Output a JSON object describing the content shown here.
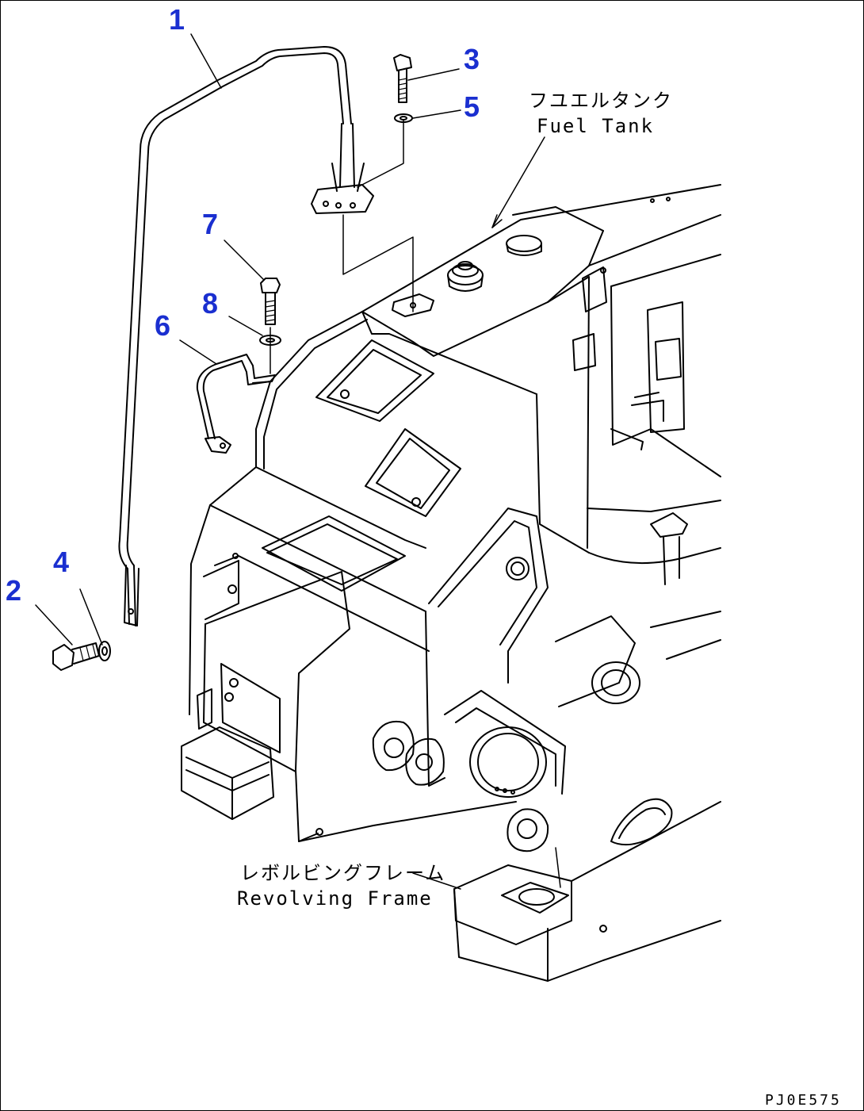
{
  "callouts": {
    "c1": "1",
    "c2": "2",
    "c3": "3",
    "c4": "4",
    "c5": "5",
    "c6": "6",
    "c7": "7",
    "c8": "8"
  },
  "labels": {
    "fuel_tank_jp": "フユエルタンク",
    "fuel_tank_en": "Fuel Tank",
    "revolving_frame_jp": "レボルビングフレーム",
    "revolving_frame_en": "Revolving Frame"
  },
  "drawing_code": "PJ0E575",
  "colors": {
    "callout": "#1a2fd0",
    "line": "#000000"
  }
}
